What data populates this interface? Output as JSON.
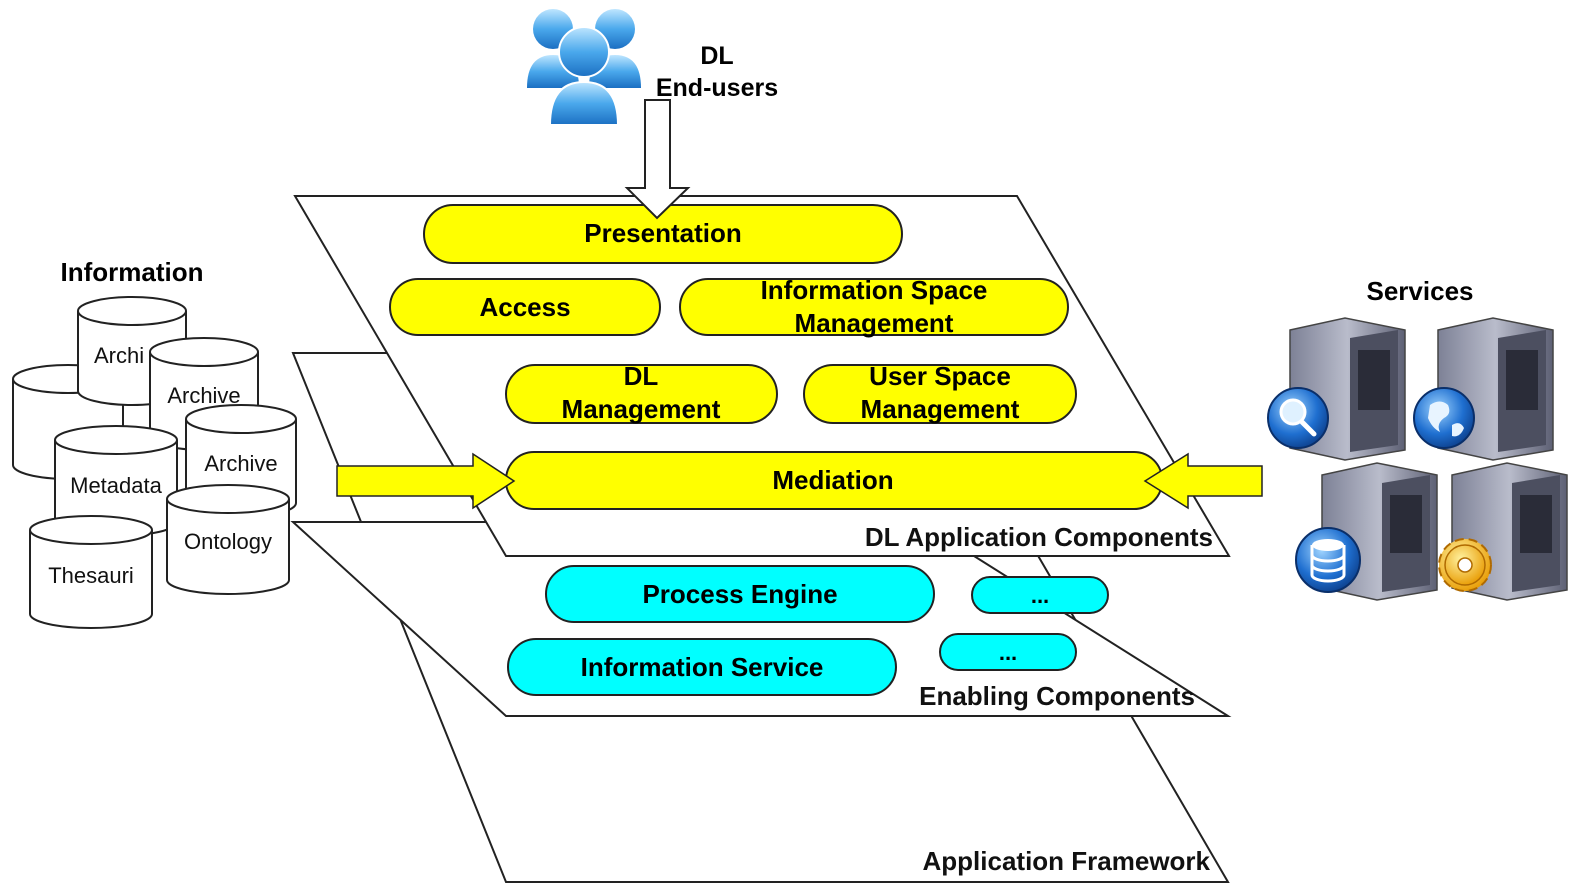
{
  "end_users": {
    "line1": "DL",
    "line2": "End-users"
  },
  "information": {
    "heading": "Information",
    "cylinders": {
      "archive_back": "Archi",
      "archive_mid": "Archive",
      "archive_right": "Archive",
      "metadata": "Metadata",
      "ontology": "Ontology",
      "thesauri": "Thesauri"
    }
  },
  "services": {
    "heading": "Services",
    "icons": [
      "magnifier-icon",
      "globe-icon",
      "database-icon",
      "gear-icon"
    ]
  },
  "layers": {
    "application_components": "DL Application Components",
    "enabling_components": "Enabling Components",
    "application_framework": "Application Framework"
  },
  "components": {
    "presentation": "Presentation",
    "access": "Access",
    "info_space_l1": "Information Space",
    "info_space_l2": "Management",
    "dl_mgmt_l1": "DL",
    "dl_mgmt_l2": "Management",
    "user_space_l1": "User Space",
    "user_space_l2": "Management",
    "mediation": "Mediation",
    "process_engine": "Process Engine",
    "information_service": "Information Service",
    "ellipsis_1": "...",
    "ellipsis_2": "..."
  },
  "colors": {
    "yellow": "#ffff00",
    "cyan": "#00ffff",
    "server_body": "#8f93a6",
    "user_blue": "#3fa0e8"
  }
}
